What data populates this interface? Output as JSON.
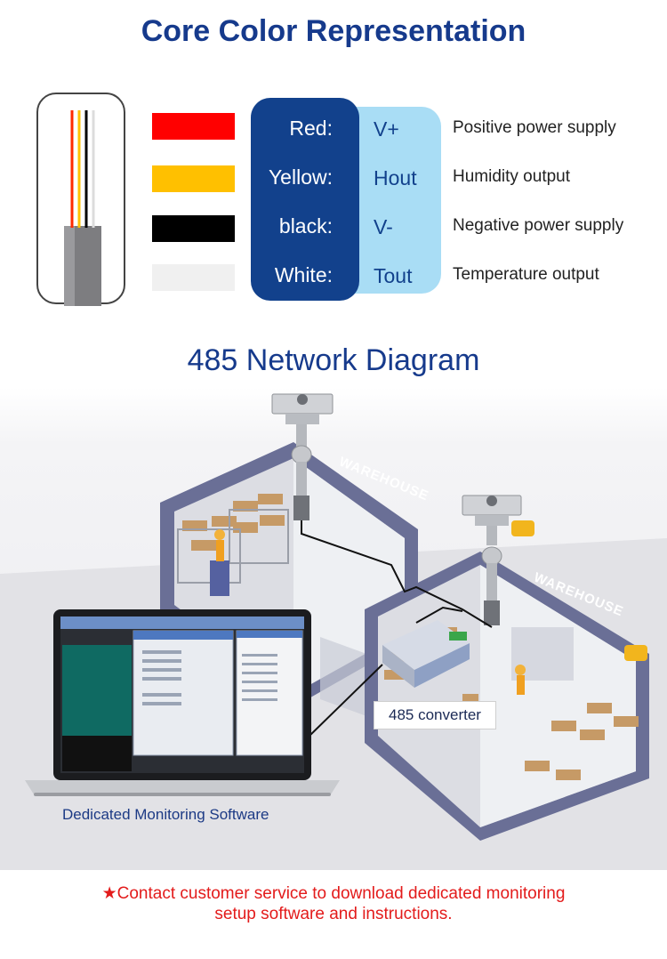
{
  "titles": {
    "core": "Core Color Representation",
    "network": "485 Network Diagram"
  },
  "wires": [
    {
      "name": "Red:",
      "code": "V+",
      "description": "Positive power supply",
      "color": "#ff0000"
    },
    {
      "name": "Yellow:",
      "code": "Hout",
      "description": "Humidity output",
      "color": "#ffc000"
    },
    {
      "name": "black:",
      "code": "V-",
      "description": "Negative power supply",
      "color": "#000000"
    },
    {
      "name": "White:",
      "code": "Tout",
      "description": "Temperature output",
      "color": "#f0f0f0"
    }
  ],
  "diagram": {
    "warehouse_sign": "WAREHOUSE",
    "converter_label": "485 converter",
    "software_label": "Dedicated Monitoring Software"
  },
  "contact": {
    "line1": "★Contact customer service to download dedicated monitoring",
    "line2": "setup software and instructions."
  },
  "colors": {
    "title_blue": "#163a8c",
    "panel_dark": "#12418c",
    "panel_light": "#a9ddf5",
    "contact_red": "#e31b1b"
  }
}
